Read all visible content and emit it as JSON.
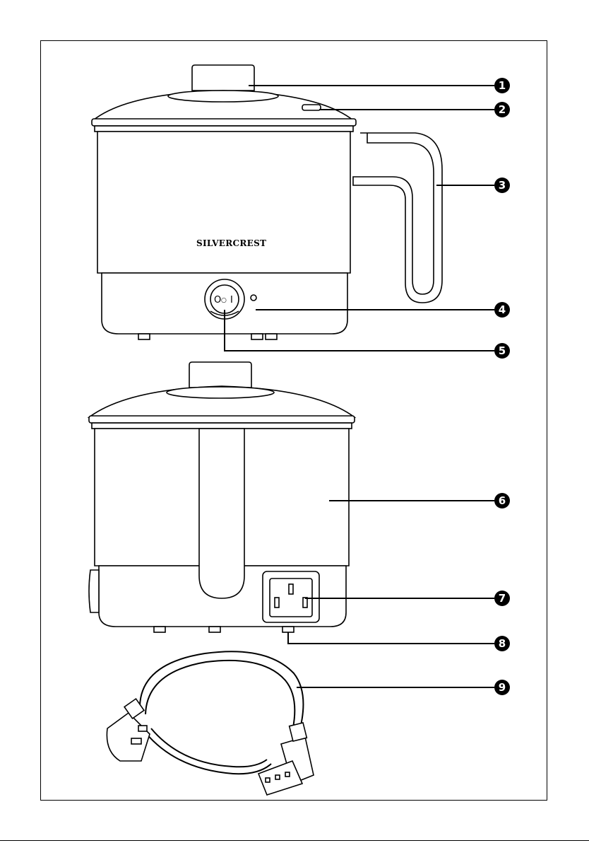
{
  "brand": {
    "name": "SilverCrest",
    "mark": "SILVERCREST"
  },
  "callouts": [
    {
      "number": "1",
      "target": "lid-knob"
    },
    {
      "number": "2",
      "target": "lid-vent"
    },
    {
      "number": "3",
      "target": "handle"
    },
    {
      "number": "4",
      "target": "indicator-light"
    },
    {
      "number": "5",
      "target": "power-switch"
    },
    {
      "number": "6",
      "target": "cooker-body"
    },
    {
      "number": "7",
      "target": "power-socket"
    },
    {
      "number": "8",
      "target": "foot"
    },
    {
      "number": "9",
      "target": "power-cord"
    }
  ],
  "switch": {
    "off_symbol": "O",
    "on_symbol": "I",
    "mid_symbol": "○"
  },
  "colors": {
    "line": "#000000",
    "background": "#ffffff"
  }
}
